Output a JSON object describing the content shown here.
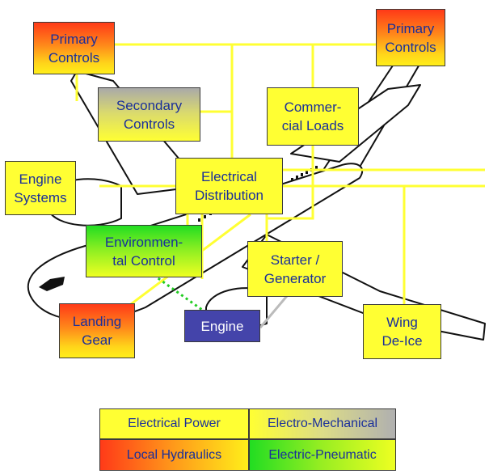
{
  "boxes": {
    "primary_left": "Primary\nControls",
    "primary_right": "Primary\nControls",
    "secondary": "Secondary\nControls",
    "commercial": "Commer-\ncial Loads",
    "engine_systems": "Engine\nSystems",
    "distribution": "Electrical\nDistribution",
    "environmental": "Environmen-\ntal Control",
    "starter": "Starter /\nGenerator",
    "landing": "Landing\nGear",
    "engine": "Engine",
    "deice": "Wing\nDe-Ice"
  },
  "legend": {
    "electrical_power": "Electrical Power",
    "electro_mechanical": "Electro-Mechanical",
    "local_hydraulics": "Local Hydraulics",
    "electric_pneumatic": "Electric-Pneumatic"
  },
  "colors": {
    "connector": "#ffff33",
    "pneumatic_link": "#22cc22",
    "mechanical_link": "#bbbbbb",
    "text": "#1a2f9a"
  }
}
